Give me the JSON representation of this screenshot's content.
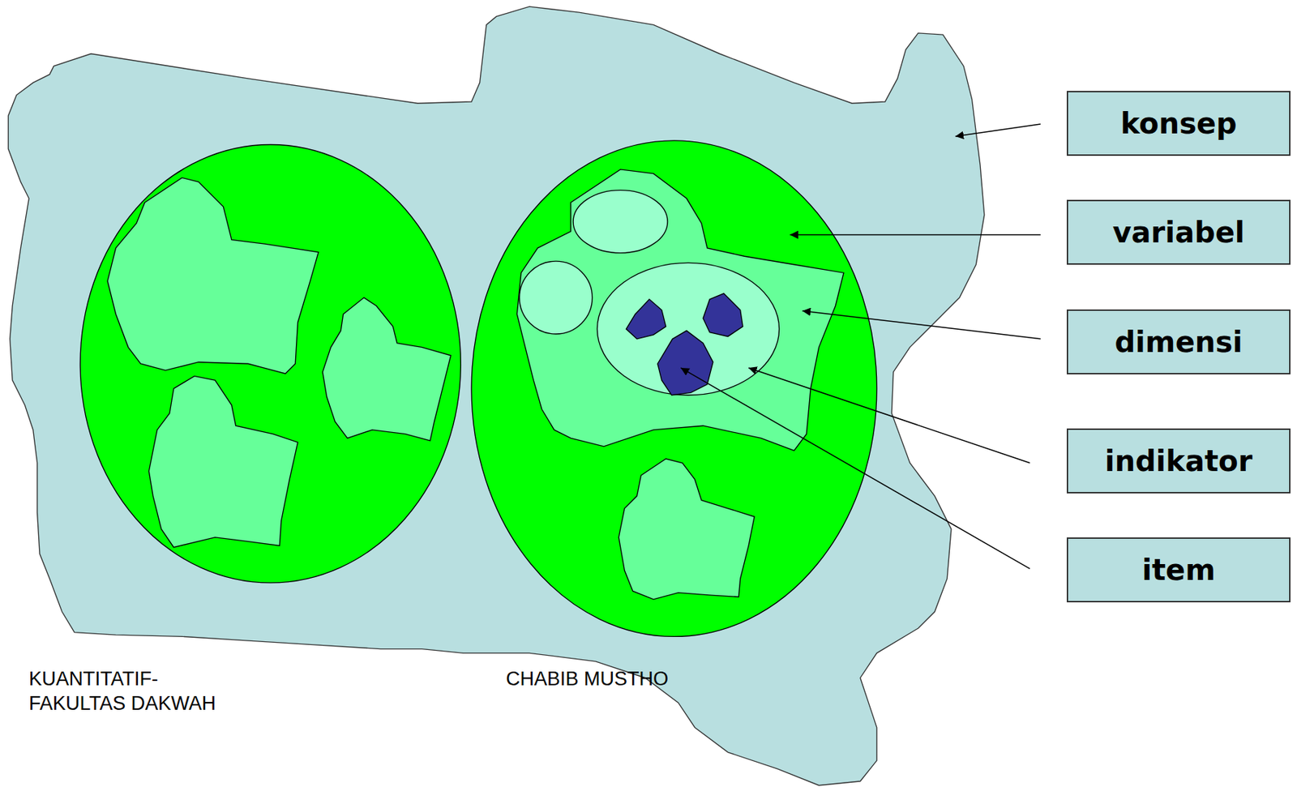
{
  "diagram": {
    "nodes": [
      {
        "text": [
          "konsep"
        ]
      },
      {
        "text": [
          "variabel"
        ]
      },
      {
        "text": [
          "dimensi"
        ]
      },
      {
        "text": [
          "indikator"
        ]
      },
      {
        "text": [
          "item"
        ]
      }
    ],
    "labels": [
      "KUANTITATIF- FAKULTAS DAKWAH",
      "CHABIB MUSTHO"
    ]
  }
}
